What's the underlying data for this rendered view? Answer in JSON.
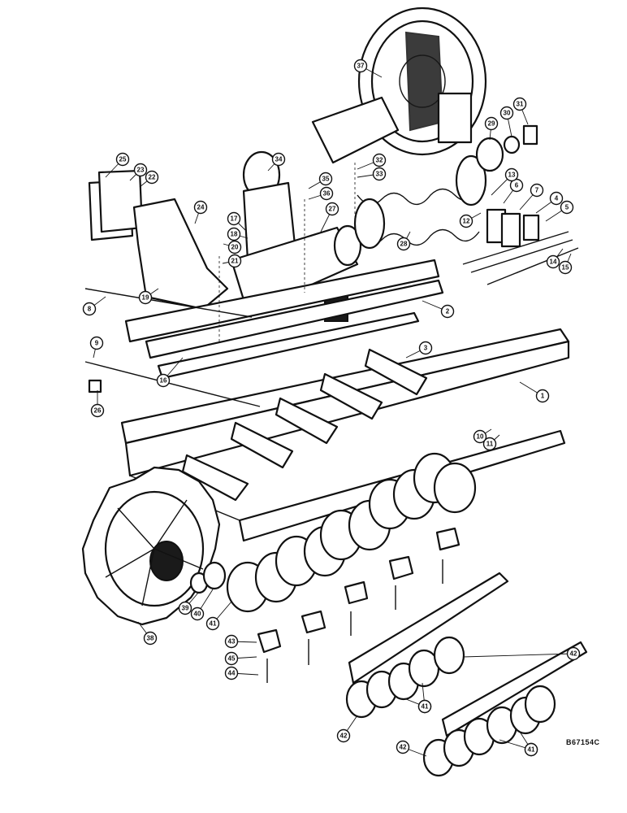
{
  "drawing_number": "B67154C",
  "callouts": [
    "1",
    "2",
    "3",
    "4",
    "5",
    "6",
    "7",
    "8",
    "9",
    "10",
    "11",
    "12",
    "13",
    "14",
    "15",
    "16",
    "17",
    "18",
    "19",
    "20",
    "21",
    "22",
    "23",
    "24",
    "25",
    "26",
    "27",
    "28",
    "29",
    "30",
    "31",
    "32",
    "33",
    "34",
    "35",
    "36",
    "37",
    "38",
    "39",
    "40",
    "41",
    "41",
    "41",
    "41",
    "41",
    "42",
    "42",
    "42",
    "43",
    "44",
    "45"
  ]
}
